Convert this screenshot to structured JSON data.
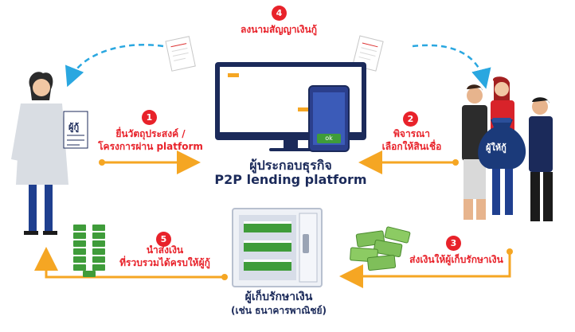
{
  "colors": {
    "accent_red": "#e8222a",
    "arrow_orange": "#f5a623",
    "arrow_blue": "#2aa7e0",
    "navy": "#1b2a5a",
    "money_green": "#3f9c3a"
  },
  "steps": [
    {
      "number": "1",
      "line1": "ยื่นวัตถุประสงค์ /",
      "line2": "โครงการผ่าน platform"
    },
    {
      "number": "2",
      "line1": "พิจารณา",
      "line2": "เลือกให้สินเชื่อ"
    },
    {
      "number": "3",
      "line1": "ส่งเงินให้ผู้เก็บรักษาเงิน"
    },
    {
      "number": "4",
      "line1": "ลงนามสัญญาเงินกู้"
    },
    {
      "number": "5",
      "line1": "นำส่งเงิน",
      "line2": "ที่รวบรวมได้ครบให้ผู้กู้"
    }
  ],
  "center": {
    "title_line1": "ผู้ประกอบธุรกิจ",
    "title_line2": "P2P lending platform",
    "phone_button": "ok"
  },
  "borrower": {
    "doc_label": "ผู้กู้"
  },
  "lenders": {
    "bag_label": "ผู้ให้กู้"
  },
  "vault": {
    "line1": "ผู้เก็บรักษาเงิน",
    "line2": "(เช่น ธนาคารพาณิชย์)"
  },
  "icons": [
    "woman-borrower-icon",
    "lenders-group-icon",
    "money-bag-icon",
    "computer-monitor-icon",
    "smartphone-icon",
    "contract-document-icon",
    "vault-icon",
    "cash-stack-icon",
    "banknotes-icon"
  ]
}
